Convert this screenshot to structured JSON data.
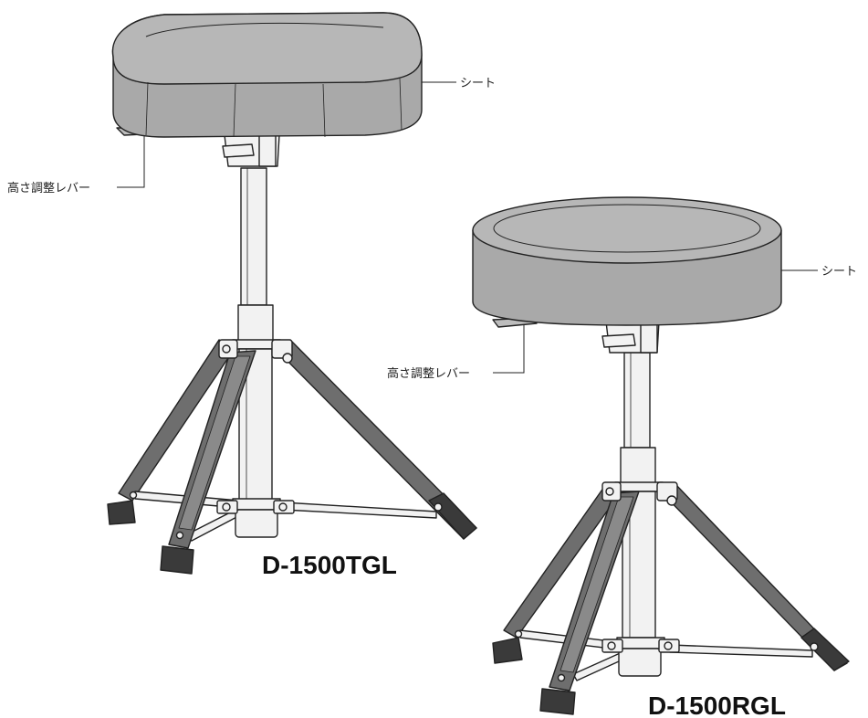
{
  "stools": [
    {
      "model": "D-1500TGL",
      "seat_label": "シート",
      "lever_label": "高さ調整レバー"
    },
    {
      "model": "D-1500RGL",
      "seat_label": "シート",
      "lever_label": "高さ調整レバー"
    }
  ],
  "colors": {
    "seat": "#a9a9a9",
    "seat_top": "#b7b7b7",
    "leg": "#6e6e6e",
    "foot": "#3a3a3a",
    "metal": "#f2f2f2",
    "outline": "#222222"
  }
}
